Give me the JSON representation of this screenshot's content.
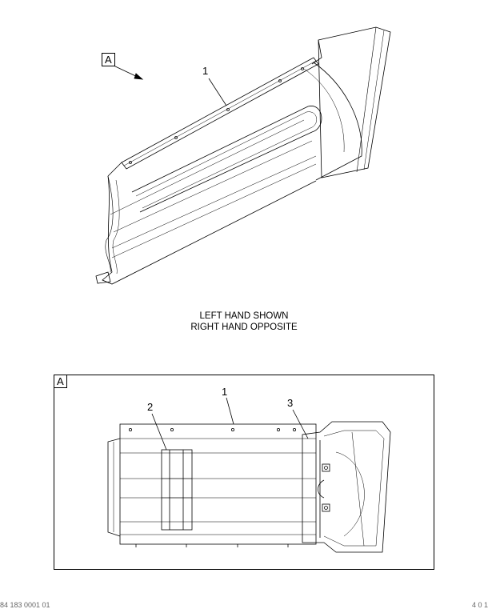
{
  "view_tag": "A",
  "main_callout": "1",
  "caption_line1": "LEFT HAND SHOWN",
  "caption_line2": "RIGHT HAND OPPOSITE",
  "detail": {
    "tag": "A",
    "callouts": [
      "1",
      "2",
      "3"
    ]
  },
  "footer": {
    "left": "84 183 0001 01",
    "right": "4 0 1"
  }
}
